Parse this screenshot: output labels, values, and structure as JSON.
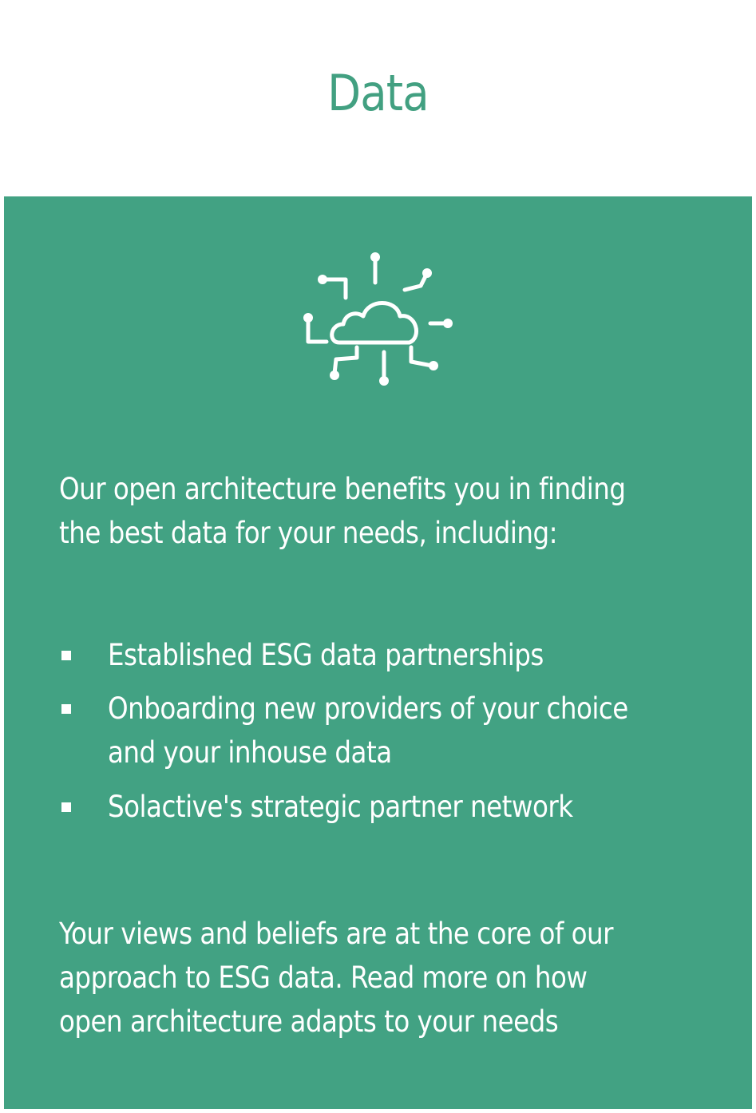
{
  "title": "Data",
  "icon": "cloud-network-icon",
  "colors": {
    "panel_background": "#42a283",
    "title_color": "#42a081",
    "text_color": "#ffffff"
  },
  "intro": {
    "line1": "Our open architecture benefits you in finding",
    "line2": "the best data for your needs, including:"
  },
  "bullets": [
    {
      "lines": [
        "Established ESG data partnerships"
      ]
    },
    {
      "lines": [
        "Onboarding new providers of your choice",
        "and your inhouse data"
      ]
    },
    {
      "lines": [
        "Solactive's strategic partner network"
      ]
    }
  ],
  "outro": {
    "line1": "Your views and beliefs are at the core of our",
    "line2": "approach to ESG data. Read more on how",
    "line3": "open architecture adapts to your needs"
  }
}
